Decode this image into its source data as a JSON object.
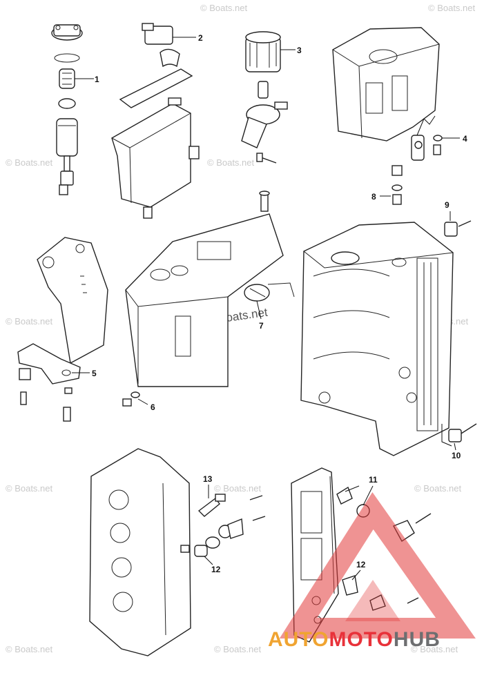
{
  "callouts": [
    {
      "id": "c1",
      "label": "1"
    },
    {
      "id": "c2",
      "label": "2"
    },
    {
      "id": "c3",
      "label": "3"
    },
    {
      "id": "c4",
      "label": "4"
    },
    {
      "id": "c5",
      "label": "5"
    },
    {
      "id": "c6",
      "label": "6"
    },
    {
      "id": "c7",
      "label": "7"
    },
    {
      "id": "c8",
      "label": "8"
    },
    {
      "id": "c9",
      "label": "9"
    },
    {
      "id": "c10",
      "label": "10"
    },
    {
      "id": "c11",
      "label": "11"
    },
    {
      "id": "c12a",
      "label": "12"
    },
    {
      "id": "c12b",
      "label": "12"
    },
    {
      "id": "c13",
      "label": "13"
    }
  ],
  "watermark": {
    "text": "© Boats.net"
  },
  "logo": {
    "part1": "AUTO",
    "part2": "MOTO",
    "part3": "HUB"
  },
  "colors": {
    "logo_orange": "#f0a431",
    "logo_red": "#e8323a",
    "logo_gray": "#6d6e70",
    "triangle_red": "#e23a3a"
  }
}
